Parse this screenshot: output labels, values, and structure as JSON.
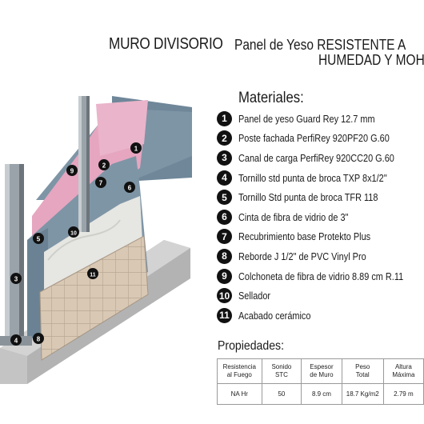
{
  "title": {
    "main": "MURO DIVISORIO",
    "sub_line1": "Panel de Yeso RESISTENTE A",
    "sub_line2": "HUMEDAD Y MOHO"
  },
  "diagram": {
    "callouts": [
      "1",
      "2",
      "3",
      "4",
      "5",
      "6",
      "7",
      "8",
      "9",
      "10",
      "11"
    ],
    "colors": {
      "gypsum_board": "#7e95a6",
      "insulation": "#e6a6c0",
      "steel": "#9aa3aa",
      "concrete": "#c4c4c4",
      "ceramic_tile": "#d9c8b4",
      "base_coat": "#e6e6e2"
    }
  },
  "materials": {
    "title": "Materiales:",
    "items": [
      {
        "num": "1",
        "label": "Panel de yeso Guard Rey 12.7 mm"
      },
      {
        "num": "2",
        "label": "Poste fachada PerfiRey 920PF20 G.60"
      },
      {
        "num": "3",
        "label": "Canal de carga PerfiRey 920CC20 G.60"
      },
      {
        "num": "4",
        "label": "Tornillo std punta de broca TXP 8x1/2''"
      },
      {
        "num": "5",
        "label": "Tornillo Std punta de broca TFR 118"
      },
      {
        "num": "6",
        "label": "Cinta de fibra de vidrio de 3\""
      },
      {
        "num": "7",
        "label": "Recubrimiento base Protekto Plus"
      },
      {
        "num": "8",
        "label": "Reborde J 1/2\" de PVC Vinyl Pro"
      },
      {
        "num": "9",
        "label": "Colchoneta de fibra de vidrio 8.89 cm R.11"
      },
      {
        "num": "10",
        "label": "Sellador"
      },
      {
        "num": "11",
        "label": "Acabado cerámico"
      }
    ]
  },
  "properties": {
    "title": "Propiedades:",
    "headers": [
      [
        "Resistencia",
        "al Fuego"
      ],
      [
        "Sonido",
        "STC"
      ],
      [
        "Espesor",
        "de Muro"
      ],
      [
        "Peso",
        "Total"
      ],
      [
        "Altura",
        "Máxima"
      ]
    ],
    "values": [
      "NA Hr",
      "50",
      "8.9 cm",
      "18.7 Kg/m2",
      "2.79 m"
    ]
  }
}
